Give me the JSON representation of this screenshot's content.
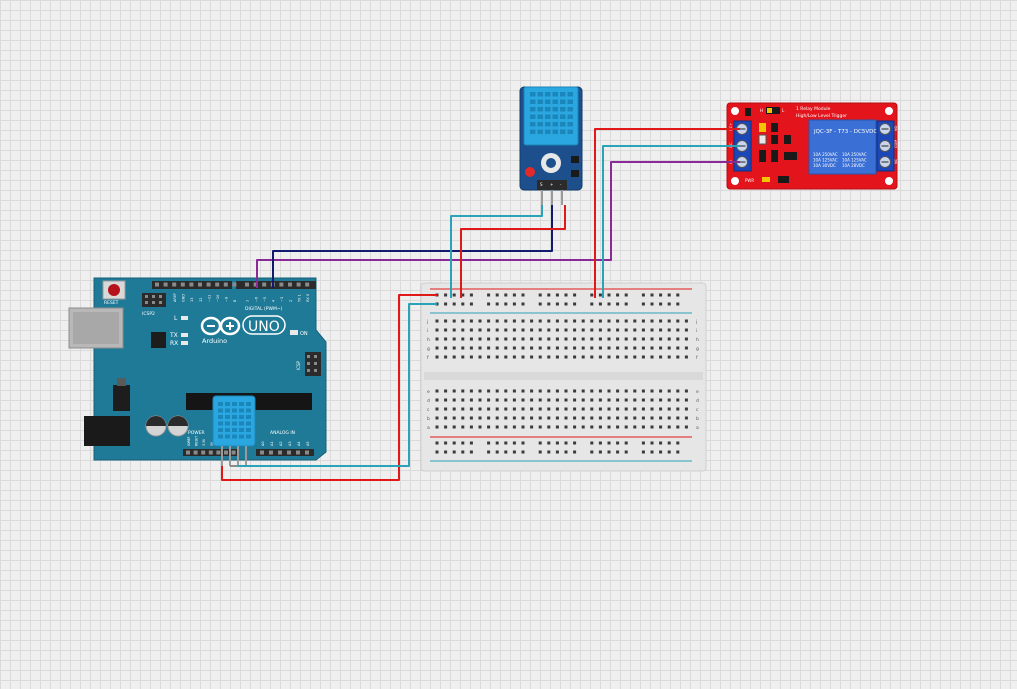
{
  "arduino": {
    "logo": "UNO",
    "brand": "Arduino",
    "reset_label": "RESET",
    "icsp_label": "ICSP2",
    "icsp2_label": "ICSP",
    "on_label": "ON",
    "digital_label": "DIGITAL (PWM~)",
    "analog_label": "ANALOG IN",
    "power_label": "POWER",
    "led_l": "L",
    "led_tx": "TX",
    "led_rx": "RX",
    "top_pins": [
      "AREF",
      "GND",
      "13",
      "12",
      "~11",
      "~10",
      "~9",
      "8",
      "7",
      "~6",
      "~5",
      "4",
      "~3",
      "2",
      "TX 1",
      "RX 0"
    ],
    "power_pins": [
      "IOREF",
      "RESET",
      "3.3V",
      "5V",
      "GND",
      "GND",
      "Vin"
    ],
    "analog_pins": [
      "A0",
      "A1",
      "A2",
      "A3",
      "A4",
      "A5"
    ]
  },
  "relay": {
    "title_line1": "1 Relay Module",
    "title_line2": "High/Low Level Trigger",
    "relay_text": "JQC-3F - T73 - DC5VDC",
    "spec_left": [
      "10A 250VAC",
      "10A 125VAC",
      "10A 30VDC"
    ],
    "spec_right": [
      "10A 250VAC",
      "10A 125VAC",
      "10A 28VDC"
    ],
    "pin_labels": [
      "DC+",
      "DC-",
      "IN"
    ],
    "out_labels": [
      "NO",
      "COM",
      "NC"
    ],
    "jumper_labels": [
      "H",
      "L"
    ],
    "pwr_label": "PWR"
  },
  "dht_module": {
    "pin_labels": [
      "S",
      "+",
      "-"
    ]
  },
  "breadboard": {
    "row_letters_top": [
      "j",
      "i",
      "h",
      "g",
      "f"
    ],
    "row_letters_bottom": [
      "e",
      "d",
      "c",
      "b",
      "a"
    ],
    "column_count": 30
  },
  "colors": {
    "arduino_board": "#1f7a97",
    "relay_board": "#e3141c",
    "dht_sensor": "#2aa6e0",
    "dht_pcb": "#1c4f8c",
    "breadboard": "#e4e4e4",
    "wire_red": "#e01818",
    "wire_teal": "#2aa3b8",
    "wire_purple": "#8a2a96",
    "wire_navy": "#121a6e"
  }
}
